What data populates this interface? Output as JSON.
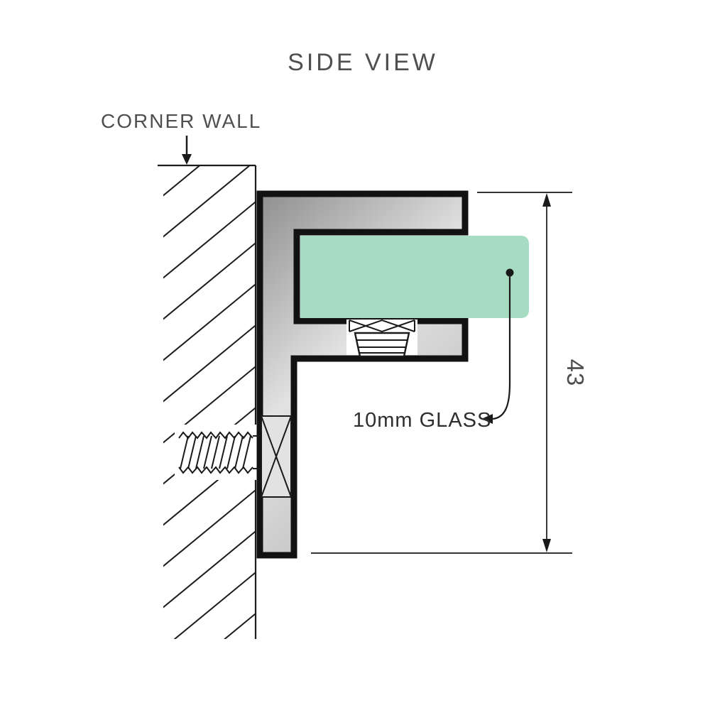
{
  "title": "SIDE VIEW",
  "labels": {
    "corner_wall": "CORNER WALL",
    "glass": "10mm GLASS",
    "dimension_value": "43"
  },
  "colors": {
    "text": "#4f4f4f",
    "label_dark": "#2e2e2e",
    "line": "#1a1a1a",
    "outline": "#121212",
    "glass_fill": "#a6dcc2",
    "metal_dark": "#8f8f8f",
    "metal_light": "#e2e2e2",
    "metal_mid": "#bdbdbd"
  }
}
